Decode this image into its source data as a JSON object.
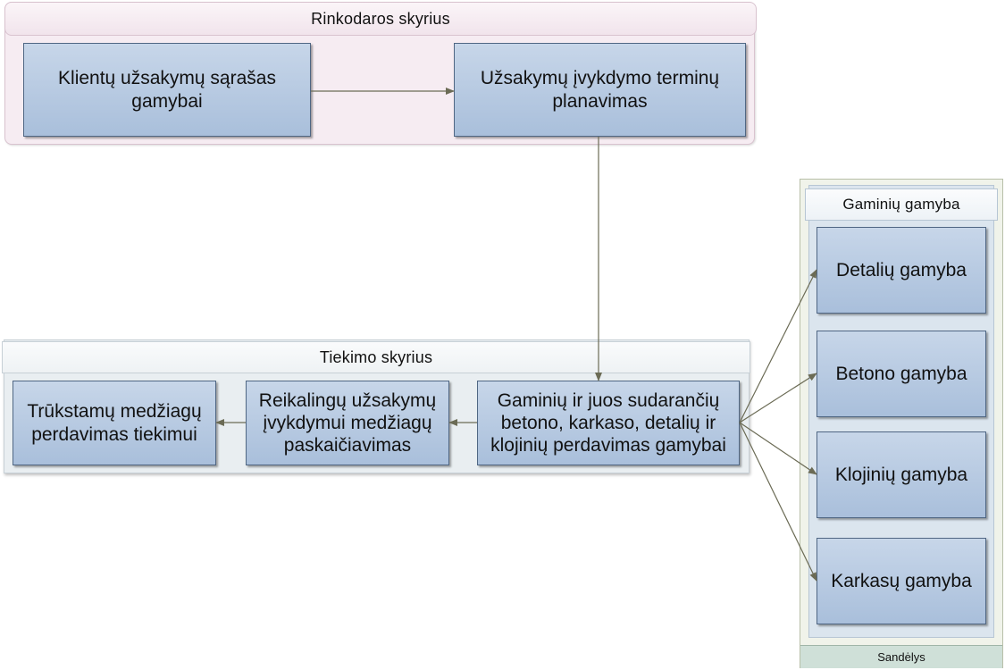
{
  "lanes": {
    "marketing": "Rinkodaros skyrius",
    "supply": "Tiekimo skyrius",
    "manufacturing": "Gaminių gamyba",
    "warehouse": "Sandėlys"
  },
  "processes": {
    "client_orders": "Klientų užsakymų sąrašas gamybai",
    "order_planning": "Užsakymų įvykdymo terminų planavimas",
    "transfer_to_production": "Gaminių ir juos sudarančių betono, karkaso, detalių ir klojinių perdavimas gamybai",
    "materials_calculation": "Reikalingų užsakymų įvykdymui medžiagų paskaičiavimas",
    "missing_materials": "Trūkstamų medžiagų perdavimas tiekimui",
    "parts": "Detalių gamyba",
    "concrete": "Betono gamyba",
    "formwork": "Klojinių gamyba",
    "frames": "Karkasų gamyba"
  },
  "colors": {
    "process_fill": "#b9cbe2",
    "process_border": "#4f6683",
    "arrow": "#6b6b55",
    "marketing_lane": "#f6ecf2",
    "supply_lane": "#e9eef1",
    "manufacturing_lane": "#dbe5ee",
    "warehouse_lane": "#f0f3ea"
  }
}
